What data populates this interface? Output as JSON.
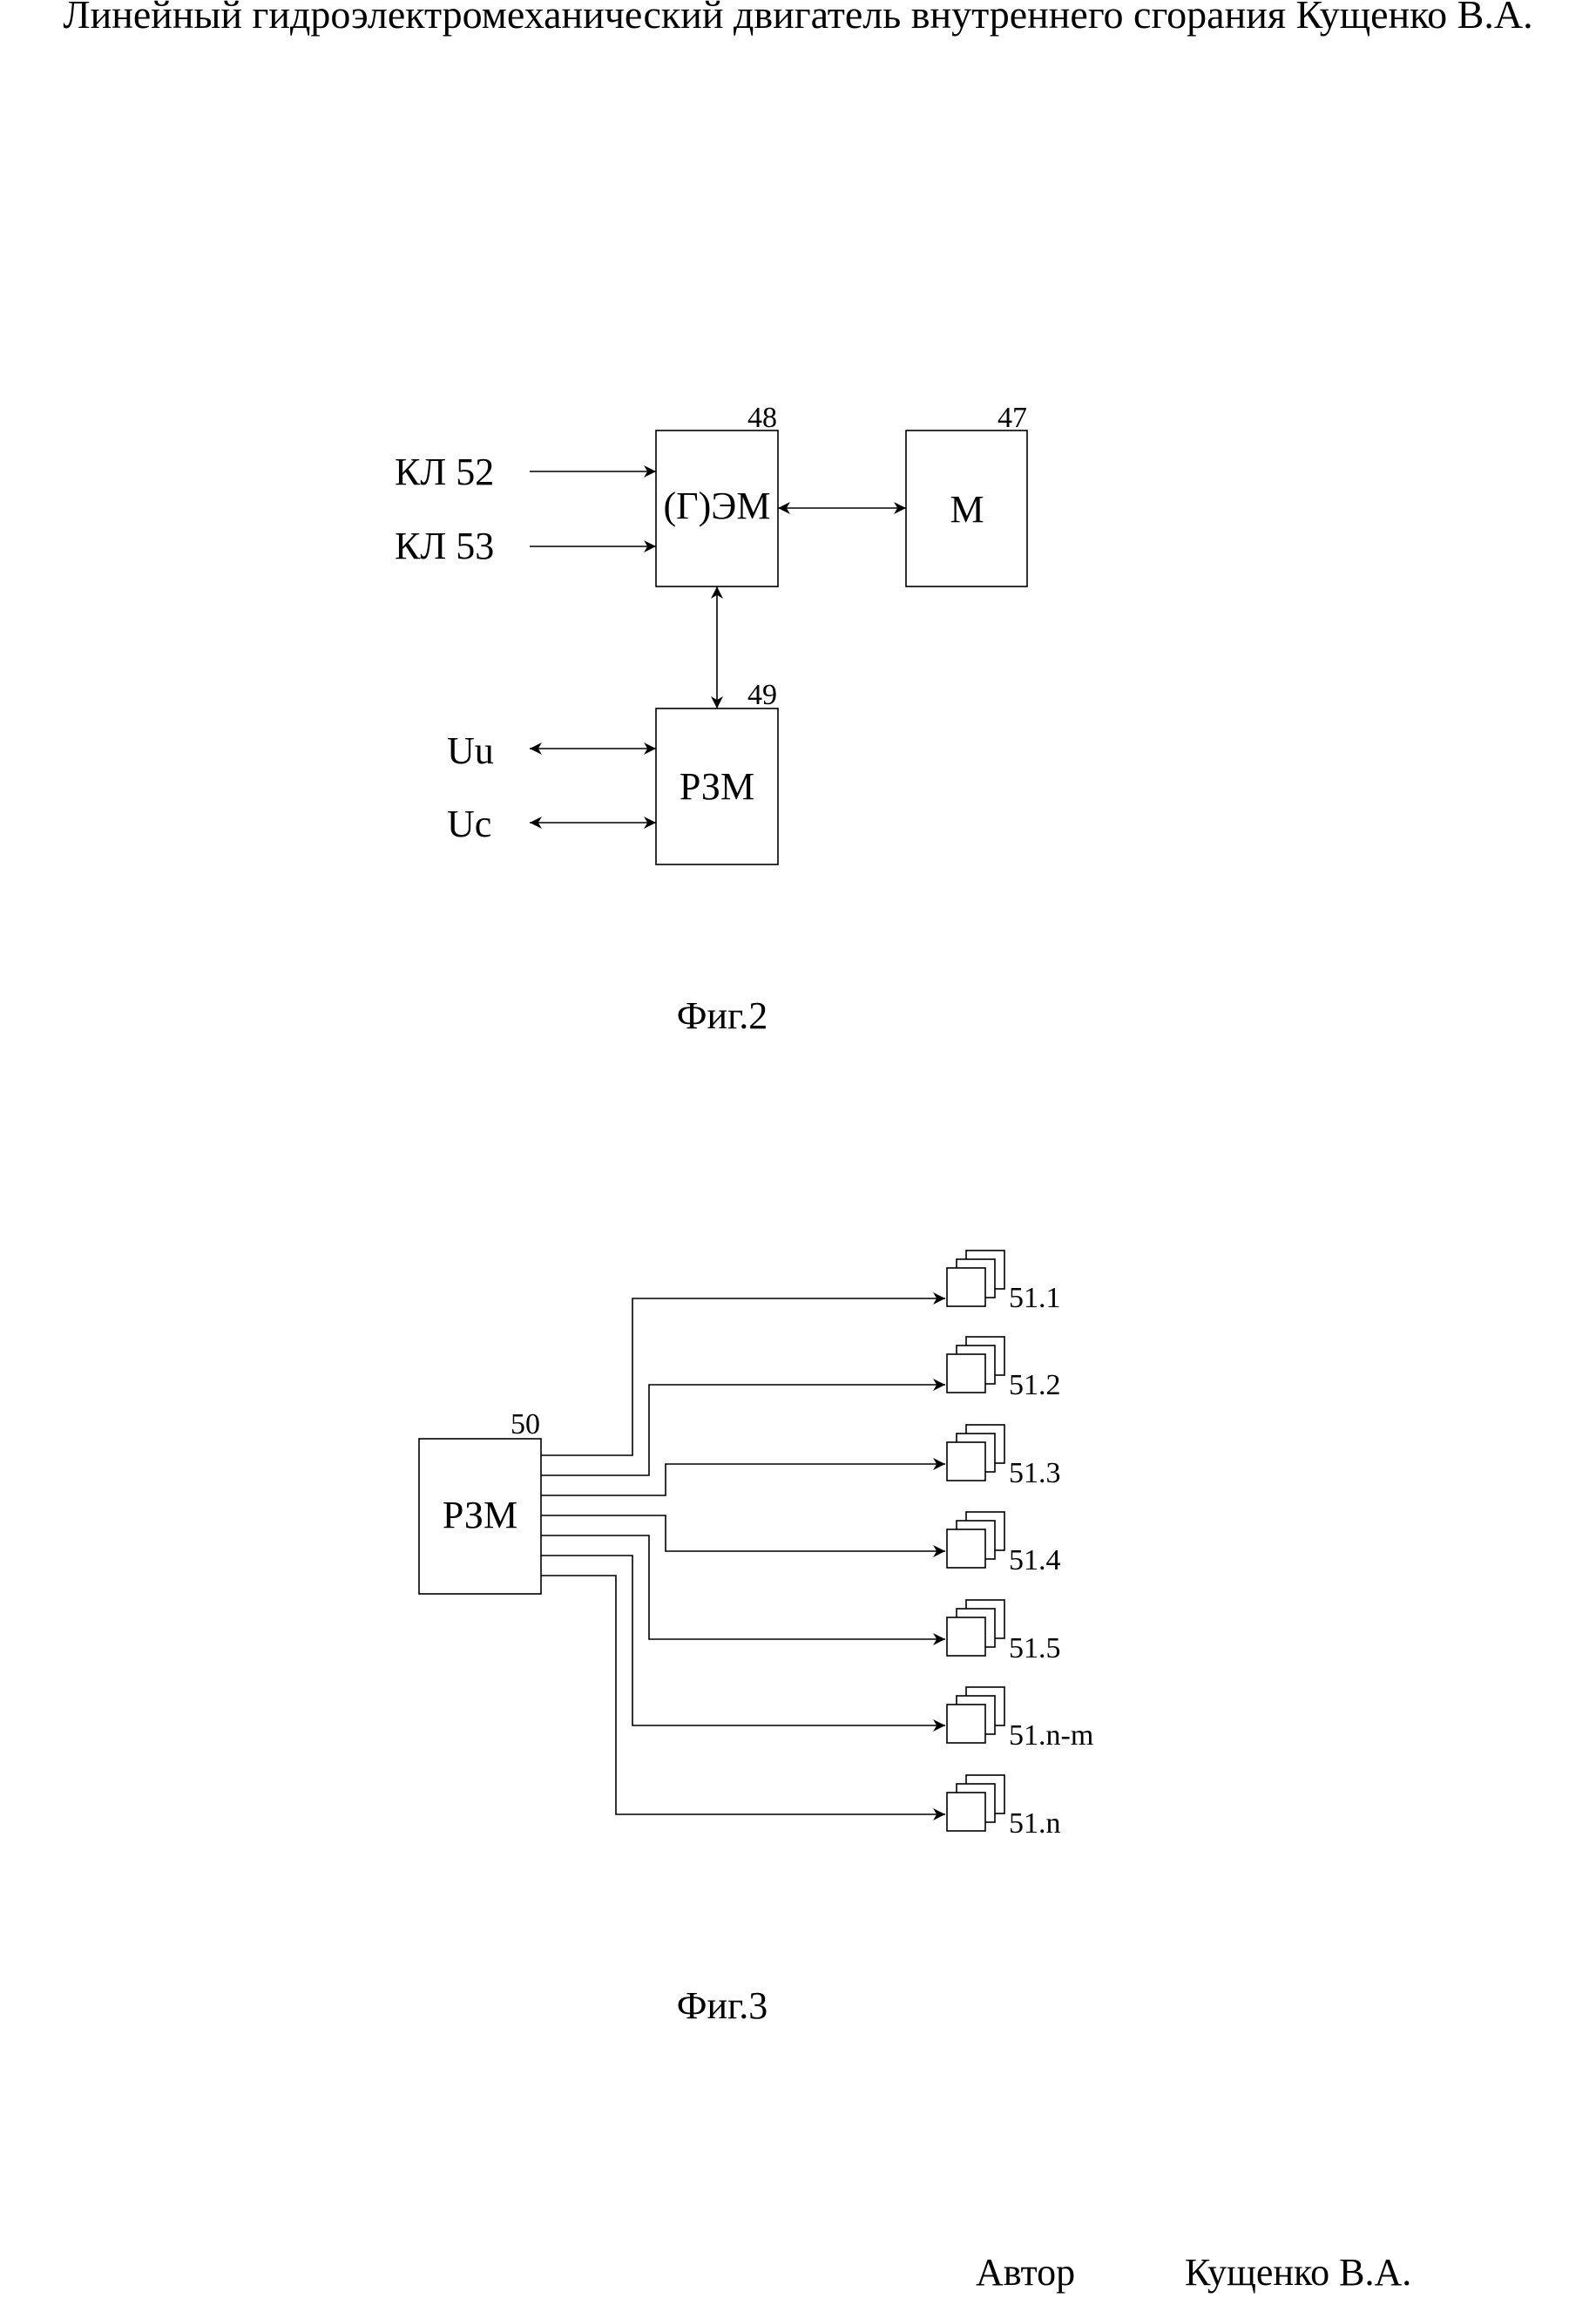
{
  "header": {
    "title": "Линейный гидроэлектромеханический двигатель внутреннего сгорания Кущенко В.А."
  },
  "fig2": {
    "inputs": [
      "КЛ 52",
      "КЛ 53"
    ],
    "signals": [
      "Uu",
      "Uc"
    ],
    "block_gem": {
      "label": "(Г)ЭМ",
      "number": "48"
    },
    "block_m": {
      "label": "М",
      "number": "47"
    },
    "block_rzm": {
      "label": "РЗМ",
      "number": "49"
    },
    "caption": "Фиг.2"
  },
  "fig3": {
    "block_rzm": {
      "label": "РЗМ",
      "number": "50"
    },
    "outputs": [
      "51.1",
      "51.2",
      "51.3",
      "51.4",
      "51.5",
      "51.n-m",
      "51.n"
    ],
    "caption": "Фиг.3"
  },
  "footer": {
    "author_label": "Автор",
    "author_name": "Кущенко В.А."
  }
}
